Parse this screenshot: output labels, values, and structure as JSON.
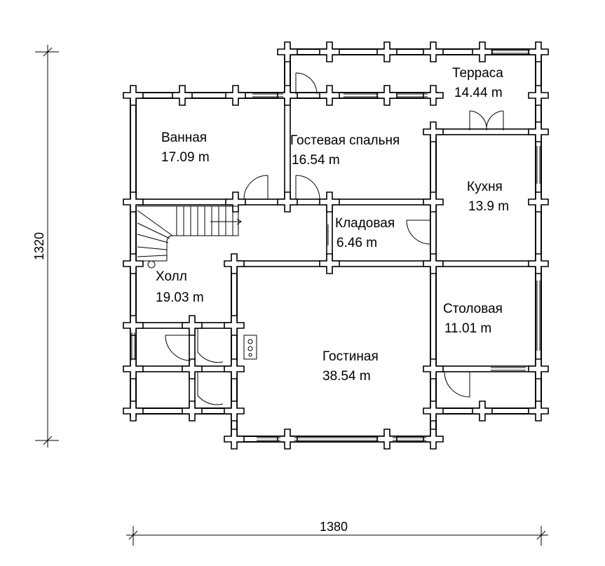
{
  "dimensions": {
    "width": "1380",
    "height": "1320"
  },
  "rooms": [
    {
      "id": "terrace",
      "name": "Терраса",
      "area": "14.44 m"
    },
    {
      "id": "bathroom",
      "name": "Ванная",
      "area": "17.09 m"
    },
    {
      "id": "guest-bedroom",
      "name": "Гостевая спальня",
      "area": "16.54 m"
    },
    {
      "id": "kitchen",
      "name": "Кухня",
      "area": "13.9 m"
    },
    {
      "id": "pantry",
      "name": "Кладовая",
      "area": "6.46 m"
    },
    {
      "id": "hall",
      "name": "Холл",
      "area": "19.03 m"
    },
    {
      "id": "dining",
      "name": "Столовая",
      "area": "11.01 m"
    },
    {
      "id": "living",
      "name": "Гостиная",
      "area": "38.54 m"
    }
  ]
}
